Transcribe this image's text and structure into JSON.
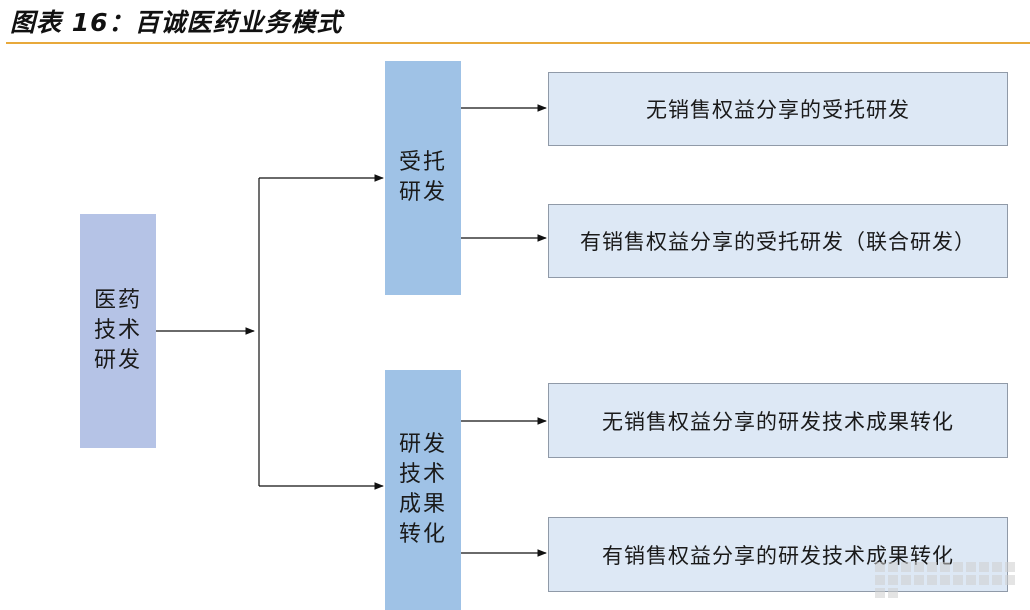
{
  "header": {
    "title": "图表 16：百诚医药业务模式",
    "rule_color": "#e8a93b"
  },
  "diagram": {
    "root": {
      "label": "医药\n技术\n研发",
      "color": "#b5c3e6"
    },
    "branches": [
      {
        "label": "受托\n研发",
        "color": "#9fc2e6",
        "leaves": [
          "无销售权益分享的受托研发",
          "有销售权益分享的受托研发（联合研发）"
        ]
      },
      {
        "label": "研发\n技术\n成果\n转化",
        "color": "#9fc2e6",
        "leaves": [
          "无销售权益分享的研发技术成果转化",
          "有销售权益分享的研发技术成果转化"
        ]
      }
    ],
    "leaf_color": "#dde8f5"
  }
}
